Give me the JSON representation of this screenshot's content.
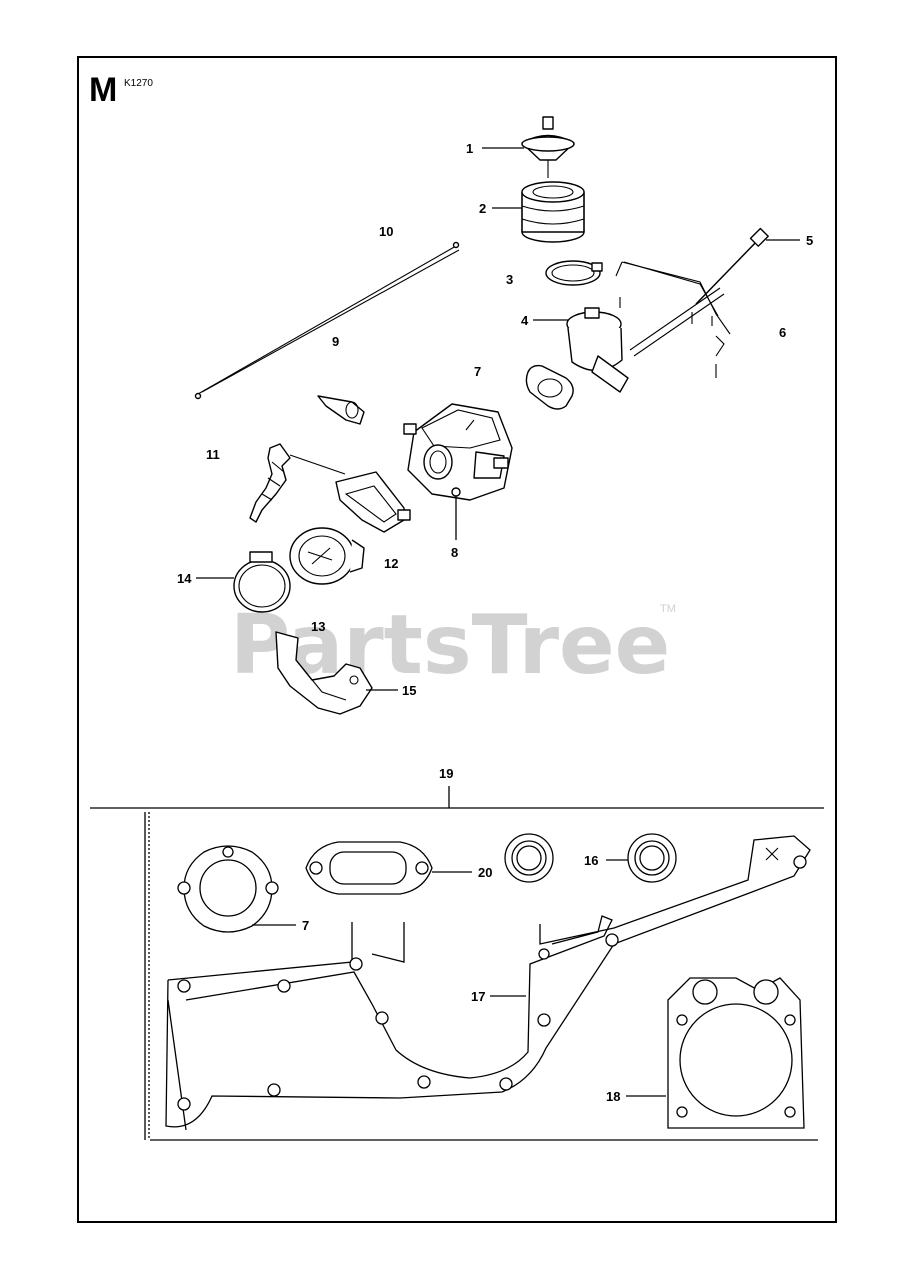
{
  "section": {
    "letter": "M",
    "code": "K1270"
  },
  "watermark": {
    "brand": "PartsTree",
    "tm": "TM"
  },
  "callouts": [
    {
      "id": "c1",
      "label": "1"
    },
    {
      "id": "c2",
      "label": "2"
    },
    {
      "id": "c3",
      "label": "3"
    },
    {
      "id": "c4",
      "label": "4"
    },
    {
      "id": "c5",
      "label": "5"
    },
    {
      "id": "c6",
      "label": "6"
    },
    {
      "id": "c7",
      "label": "7"
    },
    {
      "id": "c8",
      "label": "8"
    },
    {
      "id": "c9",
      "label": "9"
    },
    {
      "id": "c10",
      "label": "10"
    },
    {
      "id": "c11",
      "label": "11"
    },
    {
      "id": "c12",
      "label": "12"
    },
    {
      "id": "c13",
      "label": "13"
    },
    {
      "id": "c14",
      "label": "14"
    },
    {
      "id": "c15",
      "label": "15"
    },
    {
      "id": "c19",
      "label": "19"
    },
    {
      "id": "c20",
      "label": "20"
    },
    {
      "id": "c16",
      "label": "16"
    },
    {
      "id": "c7b",
      "label": "7"
    },
    {
      "id": "c17",
      "label": "17"
    },
    {
      "id": "c18",
      "label": "18"
    }
  ]
}
